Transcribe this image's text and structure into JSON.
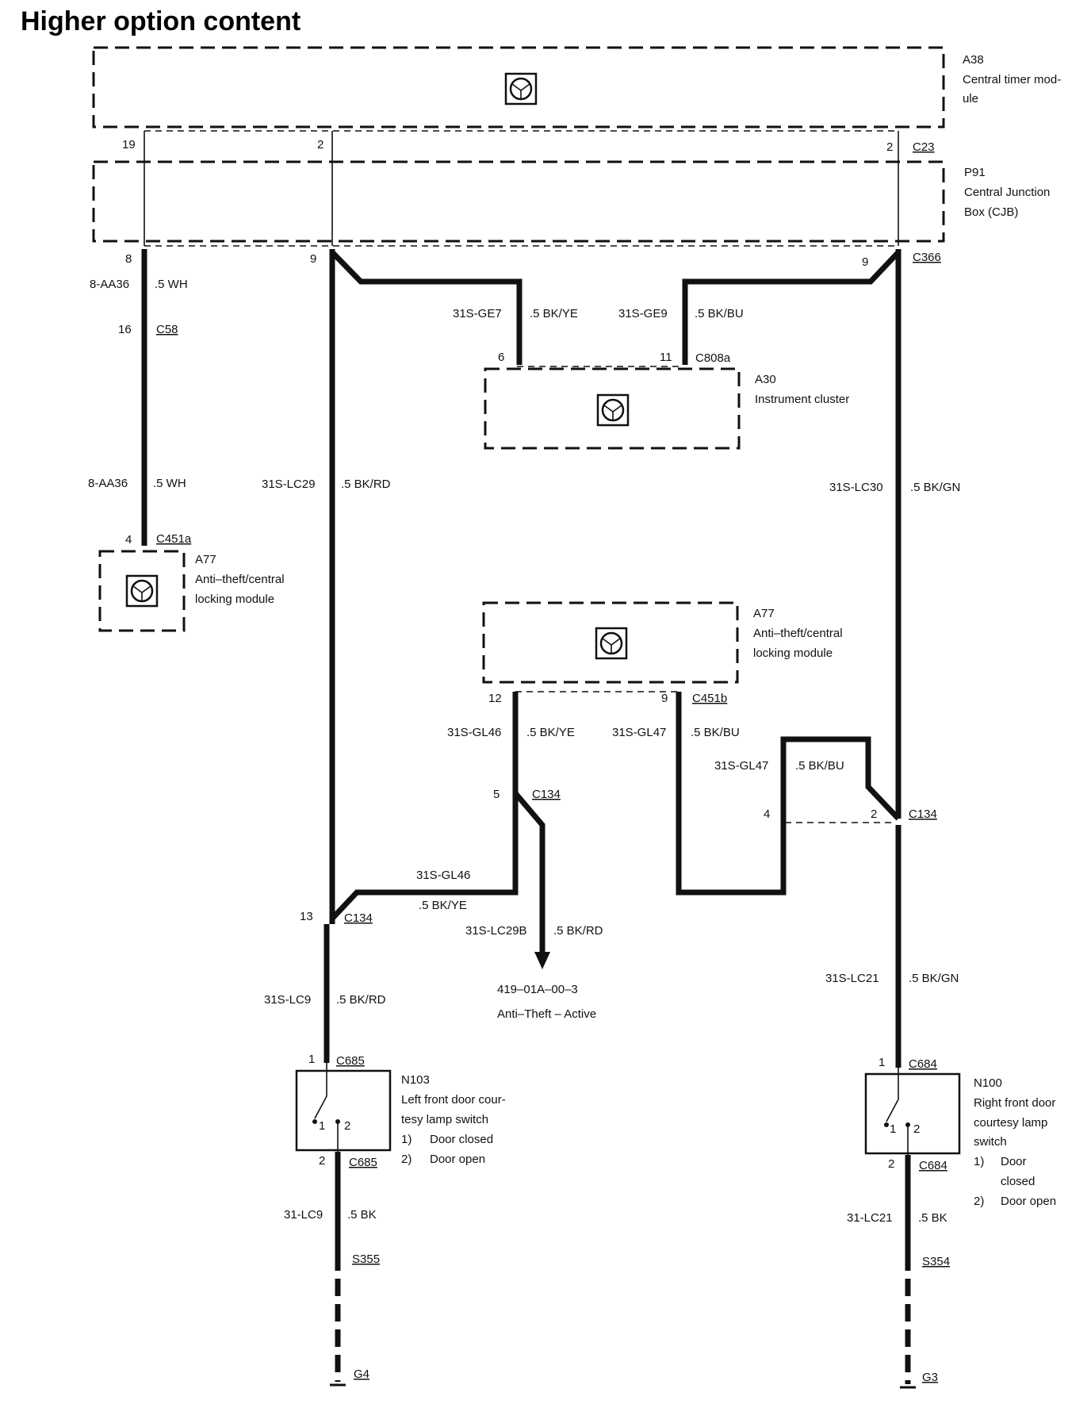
{
  "title": "Higher option content",
  "modules": {
    "a38": {
      "code": "A38",
      "name_line1": "Central timer mod-",
      "name_line2": "ule"
    },
    "p91": {
      "code": "P91",
      "name_line1": "Central Junction",
      "name_line2": "Box (CJB)"
    },
    "a30": {
      "code": "A30",
      "name": "Instrument cluster"
    },
    "a77_left": {
      "code": "A77",
      "name_line1": "Anti–theft/central",
      "name_line2": "locking module"
    },
    "a77_center": {
      "code": "A77",
      "name_line1": "Anti–theft/central",
      "name_line2": "locking module"
    },
    "n103": {
      "code": "N103",
      "line1": "Left front door cour-",
      "line2": "tesy lamp switch",
      "opt1": "1)",
      "opt1_text": "Door closed",
      "opt2": "2)",
      "opt2_text": "Door open"
    },
    "n100": {
      "code": "N100",
      "line1": "Right front door",
      "line2": "courtesy lamp",
      "line3": "switch",
      "opt1": "1)",
      "opt1_text_a": "Door",
      "opt1_text_b": "closed",
      "opt2": "2)",
      "opt2_text": "Door open"
    }
  },
  "connectors": {
    "c23": "C23",
    "c366": "C366",
    "c58": "C58",
    "c808a": "C808a",
    "c451a": "C451a",
    "c451b": "C451b",
    "c134_a": "C134",
    "c134_b": "C134",
    "c134_c": "C134",
    "c685_top": "C685",
    "c685_bot": "C685",
    "c684_top": "C684",
    "c684_bot": "C684",
    "s355": "S355",
    "s354": "S354",
    "g4": "G4",
    "g3": "G3"
  },
  "pins": {
    "p19": "19",
    "p2_a38": "2",
    "p2_c23": "2",
    "p8": "8",
    "p9_left": "9",
    "p9_right": "9",
    "p16": "16",
    "p6": "6",
    "p11": "11",
    "p4_c451a": "4",
    "p12": "12",
    "p9_c451b": "9",
    "p5": "5",
    "p4_c134": "4",
    "p2_c134": "2",
    "p13": "13",
    "p1_c685": "1",
    "p2_c685": "2",
    "p1_c684": "1",
    "p2_c684": "2",
    "sw_l_1": "1",
    "sw_l_2": "2",
    "sw_r_1": "1",
    "sw_r_2": "2"
  },
  "wires": {
    "w_aa36_top": {
      "id": "8-AA36",
      "spec": ".5 WH"
    },
    "w_aa36_bot": {
      "id": "8-AA36",
      "spec": ".5 WH"
    },
    "w_ge7": {
      "id": "31S-GE7",
      "spec": ".5 BK/YE"
    },
    "w_ge9": {
      "id": "31S-GE9",
      "spec": ".5 BK/BU"
    },
    "w_lc29": {
      "id": "31S-LC29",
      "spec": ".5 BK/RD"
    },
    "w_lc30": {
      "id": "31S-LC30",
      "spec": ".5 BK/GN"
    },
    "w_gl46_a": {
      "id": "31S-GL46",
      "spec": ".5 BK/YE"
    },
    "w_gl47_a": {
      "id": "31S-GL47",
      "spec": ".5 BK/BU"
    },
    "w_gl47_b": {
      "id": "31S-GL47",
      "spec": ".5 BK/BU"
    },
    "w_gl46_b": {
      "id": "31S-GL46",
      "spec": ".5 BK/YE"
    },
    "w_lc29b": {
      "id": "31S-LC29B",
      "spec": ".5 BK/RD"
    },
    "w_lc9": {
      "id": "31S-LC9",
      "spec": ".5 BK/RD"
    },
    "w_lc21": {
      "id": "31S-LC21",
      "spec": ".5 BK/GN"
    },
    "w_31lc9": {
      "id": "31-LC9",
      "spec": ".5 BK"
    },
    "w_31lc21": {
      "id": "31-LC21",
      "spec": ".5 BK"
    }
  },
  "reference": {
    "code": "419–01A–00–3",
    "text": "Anti–Theft – Active"
  }
}
